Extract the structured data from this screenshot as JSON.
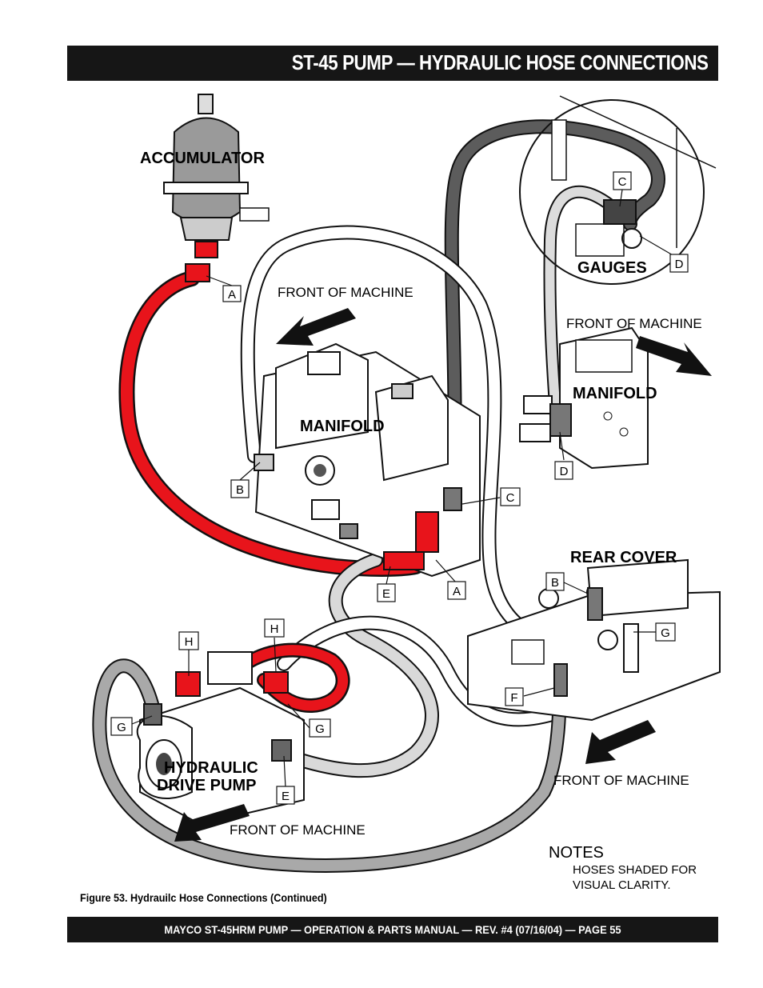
{
  "header": {
    "title": "ST-45 PUMP — HYDRAULIC HOSE CONNECTIONS"
  },
  "diagram": {
    "components": {
      "accumulator": "ACCUMULATOR",
      "gauges": "GAUGES",
      "manifold_main": "MANIFOLD",
      "manifold_inset": "MANIFOLD",
      "rear_cover": "REAR COVER",
      "drive_pump_line1": "HYDRAULIC",
      "drive_pump_line2": "DRIVE PUMP"
    },
    "direction_labels": {
      "front_main": "FRONT OF MACHINE",
      "front_inset": "FRONT OF MACHINE",
      "front_rear": "FRONT OF MACHINE",
      "front_pump": "FRONT OF MACHINE"
    },
    "callouts": {
      "a_top": "A",
      "b_main": "B",
      "c_inset": "C",
      "d_inset_top": "D",
      "d_inset_bottom": "D",
      "c_main": "C",
      "b_rear": "B",
      "e_main": "E",
      "a_main": "A",
      "h_left": "H",
      "h_right": "H",
      "g_rear": "G",
      "f_rear": "F",
      "g_pump_left": "G",
      "g_pump_right": "G",
      "e_pump": "E"
    },
    "notes": {
      "heading": "NOTES",
      "line1": "HOSES SHADED FOR",
      "line2": "VISUAL CLARITY."
    },
    "colors": {
      "red_hose": "#e8141b",
      "dark_hose": "#5c5c5c",
      "light_hose": "#d9d9d9",
      "bar": "#161616"
    }
  },
  "caption": "Figure 53.  Hydrauilc Hose Connections (Continued)",
  "footer": "MAYCO ST-45HRM PUMP — OPERATION & PARTS MANUAL — REV. #4 (07/16/04) — PAGE 55"
}
